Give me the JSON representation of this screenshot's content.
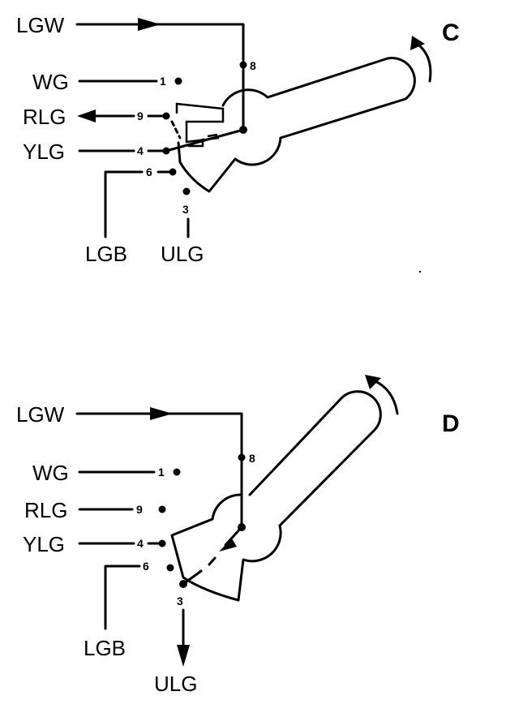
{
  "diagram_c": {
    "title": "C",
    "wires": {
      "lgw": "LGW",
      "wg": "WG",
      "rlg": "RLG",
      "ylg": "YLG",
      "lgb": "LGB",
      "ulg": "ULG"
    },
    "terminals": {
      "t8": "8",
      "t1": "1",
      "t9": "9",
      "t4": "4",
      "t6": "6",
      "t3": "3"
    }
  },
  "diagram_d": {
    "title": "D",
    "wires": {
      "lgw": "LGW",
      "wg": "WG",
      "rlg": "RLG",
      "ylg": "YLG",
      "lgb": "LGB",
      "ulg": "ULG"
    },
    "terminals": {
      "t8": "8",
      "t1": "1",
      "t9": "9",
      "t4": "4",
      "t6": "6",
      "t3": "3"
    }
  }
}
